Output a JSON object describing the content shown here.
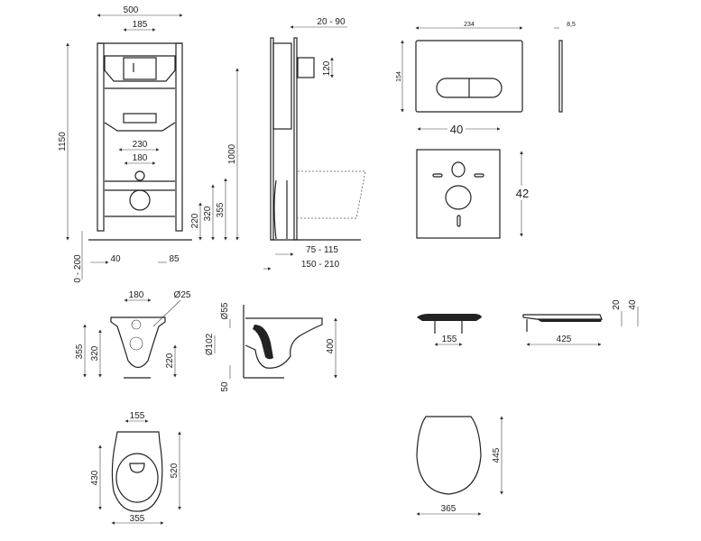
{
  "frame_front": {
    "width": "500",
    "flush_opening": "185",
    "height": "1150",
    "actuator_height": "1000",
    "bolt_span_outer": "230",
    "bolt_span_inner": "180",
    "dim_355": "355",
    "dim_320": "320",
    "dim_220": "220",
    "leg_adjust": "0 - 200",
    "foot_40": "40",
    "foot_85": "85"
  },
  "frame_side": {
    "depth_range": "20 - 90",
    "pipe_120": "120",
    "dim_75_115": "75 - 115",
    "dim_150_210": "150 - 210"
  },
  "flush_plate": {
    "width": "234",
    "height": "154",
    "thickness": "8,5"
  },
  "sound_mat": {
    "width": "40",
    "height": "42"
  },
  "bowl_front": {
    "bolt_span": "180",
    "hole_dia": "Ø25",
    "dim_355": "355",
    "dim_320": "320",
    "dim_220": "220"
  },
  "bowl_side": {
    "inlet_dia": "Ø55",
    "outlet_dia": "Ø102",
    "dim_50": "50",
    "height": "400"
  },
  "bowl_top": {
    "bolt_span": "155",
    "dim_430": "430",
    "length": "520",
    "width": "355"
  },
  "seat_side": {
    "bolt_span": "155",
    "length": "425",
    "thickness_20": "20",
    "thickness_40": "40"
  },
  "seat_top": {
    "length": "445",
    "width": "365"
  }
}
